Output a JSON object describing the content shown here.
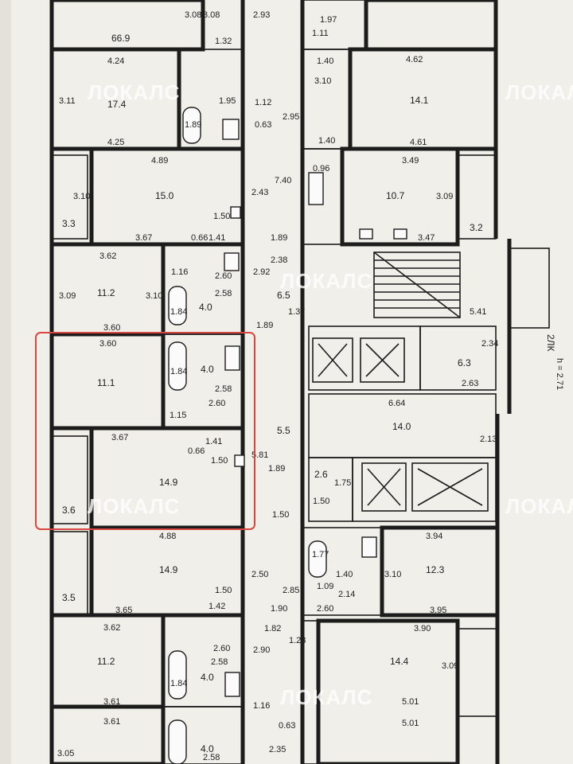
{
  "watermark": "ЛОКАЛС",
  "highlight_color": "#d9463f",
  "stair_label": "2ЛК",
  "ceiling_label": "h = 2.71",
  "rooms": [
    {
      "id": "r-top-left",
      "area": "66.9"
    },
    {
      "id": "r1",
      "area": "17.4"
    },
    {
      "id": "r2",
      "area": "15.0"
    },
    {
      "id": "r3",
      "area": "11.2"
    },
    {
      "id": "r4",
      "area": "11.1"
    },
    {
      "id": "r5",
      "area": "14.9"
    },
    {
      "id": "r6",
      "area": "14.9"
    },
    {
      "id": "r7",
      "area": "11.2"
    },
    {
      "id": "r8",
      "area": "14.1"
    },
    {
      "id": "r9",
      "area": "10.7"
    },
    {
      "id": "r10",
      "area": "12.3"
    },
    {
      "id": "r11",
      "area": "14.4"
    },
    {
      "id": "hall1",
      "area": "6.3"
    },
    {
      "id": "hall2",
      "area": "14.0"
    },
    {
      "id": "bath1",
      "area": "4.0"
    },
    {
      "id": "bath2",
      "area": "4.0"
    },
    {
      "id": "bath3",
      "area": "4.0"
    },
    {
      "id": "bath4",
      "area": "4.0"
    },
    {
      "id": "lift-hall",
      "area": "2.6"
    },
    {
      "id": "corr1",
      "area": "6.5"
    },
    {
      "id": "corr2",
      "area": "5.5"
    },
    {
      "id": "balc1",
      "area": "3.3"
    },
    {
      "id": "balc2",
      "area": "3.6"
    },
    {
      "id": "balc3",
      "area": "3.5"
    },
    {
      "id": "balc4",
      "area": "3.2"
    }
  ],
  "dims": [
    "3.08",
    "3.08",
    "1.32",
    "2.93",
    "1.97",
    "1.11",
    "4.24",
    "4.62",
    "1.40",
    "3.10",
    "1.95",
    "3.11",
    "1.89",
    "1.12",
    "0.63",
    "2.95",
    "1.40",
    "4.25",
    "4.61",
    "4.89",
    "3.49",
    "7.40",
    "0.96",
    "3.10",
    "3.09",
    "2.43",
    "1.50",
    "3.67",
    "0.66",
    "1.41",
    "1.89",
    "3.47",
    "3.62",
    "2.38",
    "1.16",
    "2.60",
    "2.92",
    "2.58",
    "1.84",
    "3.09",
    "3.10",
    "1.37",
    "3.60",
    "1.89",
    "5.41",
    "2.34",
    "2.63",
    "6.64",
    "3.60",
    "1.84",
    "2.58",
    "2.60",
    "1.15",
    "2.13",
    "3.67",
    "0.66",
    "1.41",
    "1.50",
    "5.81",
    "1.89",
    "1.75",
    "1.50",
    "1.50",
    "4.88",
    "3.94",
    "1.77",
    "2.50",
    "1.40",
    "3.10",
    "2.85",
    "1.09",
    "2.14",
    "1.90",
    "2.60",
    "3.95",
    "3.65",
    "1.50",
    "1.42",
    "1.82",
    "1.23",
    "3.90",
    "3.62",
    "2.60",
    "2.90",
    "1.84",
    "2.58",
    "1.16",
    "0.63",
    "3.61",
    "3.61",
    "5.01",
    "5.01",
    "2.35",
    "2.58",
    "3.05",
    "3.09"
  ]
}
